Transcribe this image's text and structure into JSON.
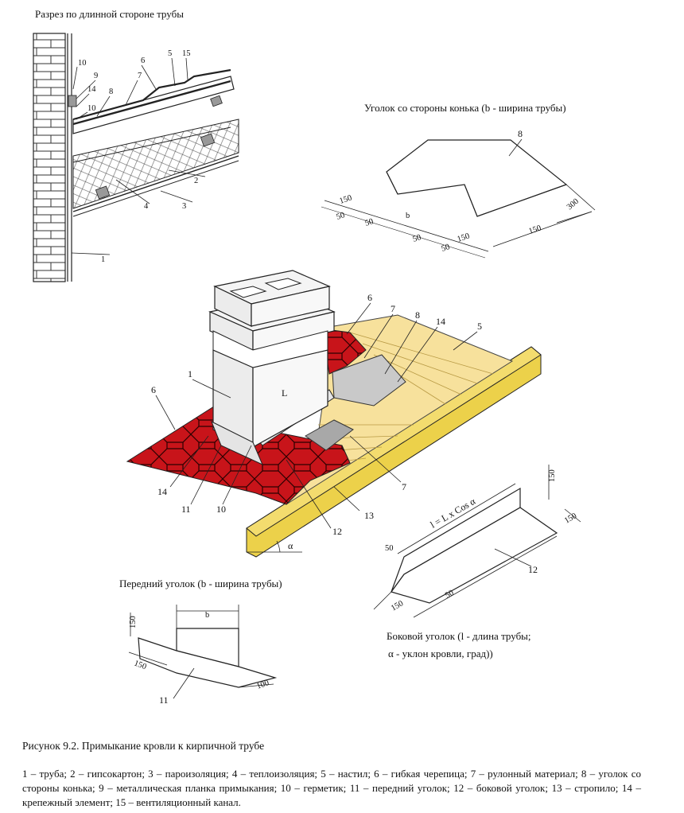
{
  "titles": {
    "section": "Разрез по длинной стороне трубы",
    "ridge_corner": "Уголок со стороны конька (b - ширина трубы)",
    "front_corner": "Передний уголок (b - ширина трубы)",
    "side_corner_1": "Боковой уголок (l - длина трубы;",
    "side_corner_2": "α - уклон кровли, град))"
  },
  "section_callouts": [
    "10",
    "9",
    "14",
    "10",
    "8",
    "7",
    "6",
    "5",
    "15",
    "2",
    "3",
    "4",
    "1"
  ],
  "ridge_dims": {
    "d150a": "150",
    "d50a": "50",
    "d50b": "50",
    "b": "b",
    "d50c": "50",
    "d150b": "150",
    "d50d": "50",
    "d150c": "150",
    "d300": "300",
    "item": "8"
  },
  "iso_callouts": {
    "n6a": "6",
    "n7a": "7",
    "n8": "8",
    "n14a": "14",
    "n5": "5",
    "n1": "1",
    "L": "L",
    "n6b": "6",
    "n14b": "14",
    "n11": "11",
    "n10": "10",
    "n12": "12",
    "n13": "13",
    "n7b": "7",
    "alpha": "α"
  },
  "side_dims": {
    "formula": "l = L x Cos α",
    "d150a": "150",
    "d150b": "150",
    "d50a": "50",
    "d50b": "50",
    "d150c": "150",
    "item": "12"
  },
  "front_dims": {
    "d150a": "150",
    "b": "b",
    "d150b": "150",
    "d100": "100",
    "item": "11"
  },
  "colors": {
    "tile_red": "#c8141a",
    "board_yellow": "#f7e19c",
    "rafter_yellow": "#ecd14a",
    "metal_gray": "#c9c9c9",
    "chimney": "#f4f4f4"
  },
  "caption": "Рисунок 9.2. Примыкание кровли к кирпичной трубе",
  "legend": "1 – труба; 2 – гипсокартон; 3 – пароизоляция; 4 – теплоизоляция; 5 – настил; 6 – гибкая черепица; 7 – рулонный материал; 8 – уголок со стороны конька; 9 – металлическая планка примыкания; 10 – герметик; 11 – передний уголок; 12 – боковой уголок; 13 – стропило; 14 – крепежный элемент; 15 – вентиляционный канал."
}
